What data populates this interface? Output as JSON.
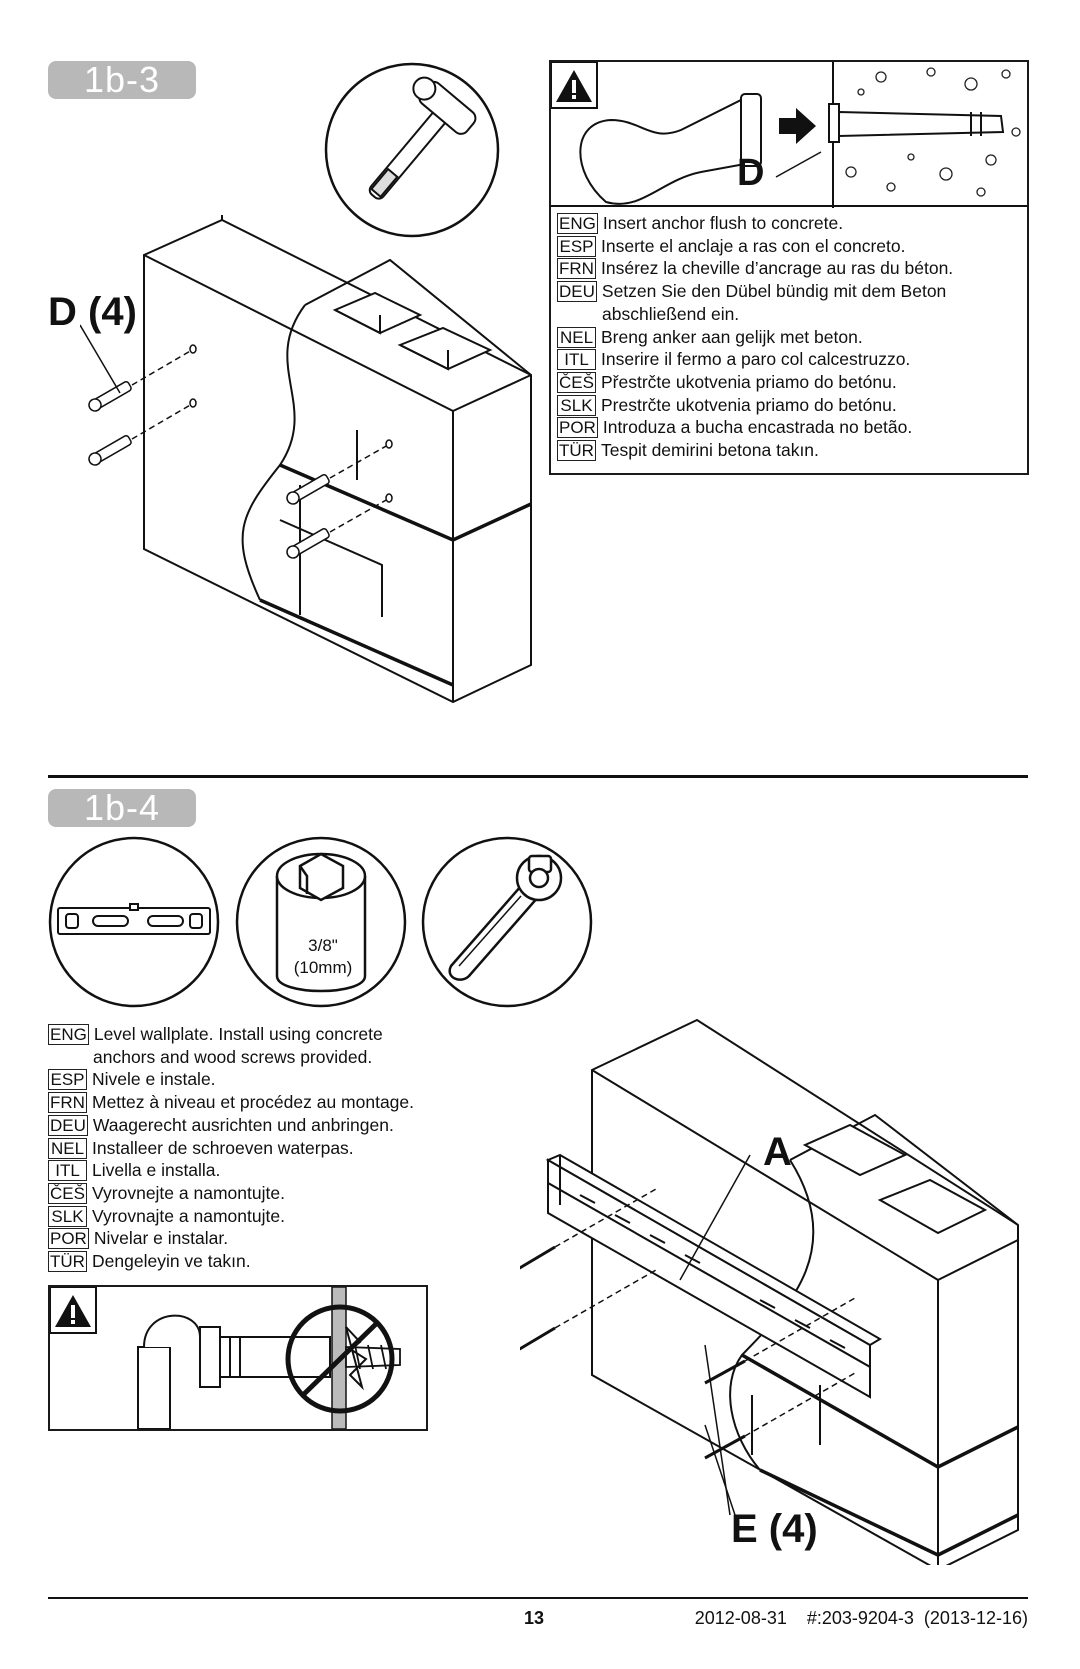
{
  "step_a": {
    "badge": "1b-3",
    "part_label": "D (4)",
    "callout_label": "D",
    "instructions": [
      {
        "code": "ENG",
        "text": "Insert anchor flush to concrete."
      },
      {
        "code": "ESP",
        "text": "Inserte el anclaje a ras con el concreto."
      },
      {
        "code": "FRN",
        "text": "Insérez la cheville d’ancrage au ras du béton."
      },
      {
        "code": "DEU",
        "text": "Setzen Sie den Dübel bündig mit dem Beton",
        "cont": "abschließend ein."
      },
      {
        "code": "NEL",
        "text": "Breng anker aan gelijk met beton."
      },
      {
        "code": "ITL",
        "text": "Inserire il fermo a paro col calcestruzzo."
      },
      {
        "code": "ČEŠ",
        "text": "Přestrčte ukotvenia priamo do betónu."
      },
      {
        "code": "SLK",
        "text": "Prestrčte ukotvenia priamo do betónu."
      },
      {
        "code": "POR",
        "text": "Introduza a bucha encastrada no betão."
      },
      {
        "code": "TÜR",
        "text": "Tespit demirini betona takın."
      }
    ]
  },
  "step_b": {
    "badge": "1b-4",
    "socket_size": "3/8\"",
    "socket_metric": "(10mm)",
    "wallplate_label": "A",
    "screw_label": "E (4)",
    "instructions": [
      {
        "code": "ENG",
        "text": "Level wallplate. Install using concrete",
        "cont": "anchors and wood screws provided."
      },
      {
        "code": "ESP",
        "text": "Nivele e instale."
      },
      {
        "code": "FRN",
        "text": "Mettez à niveau et procédez au montage."
      },
      {
        "code": "DEU",
        "text": "Waagerecht ausrichten und anbringen."
      },
      {
        "code": "NEL",
        "text": "Installeer de schroeven waterpas."
      },
      {
        "code": "ITL",
        "text": "Livella e installa."
      },
      {
        "code": "ČEŠ",
        "text": "Vyrovnejte a namontujte."
      },
      {
        "code": "SLK",
        "text": "Vyrovnajte a namontujte."
      },
      {
        "code": "POR",
        "text": "Nivelar e instalar."
      },
      {
        "code": "TÜR",
        "text": "Dengeleyin ve takın."
      }
    ]
  },
  "footer": {
    "page_number": "13",
    "doc_info": "2012-08-31    #:203-9204-3  (2013-12-16)"
  }
}
